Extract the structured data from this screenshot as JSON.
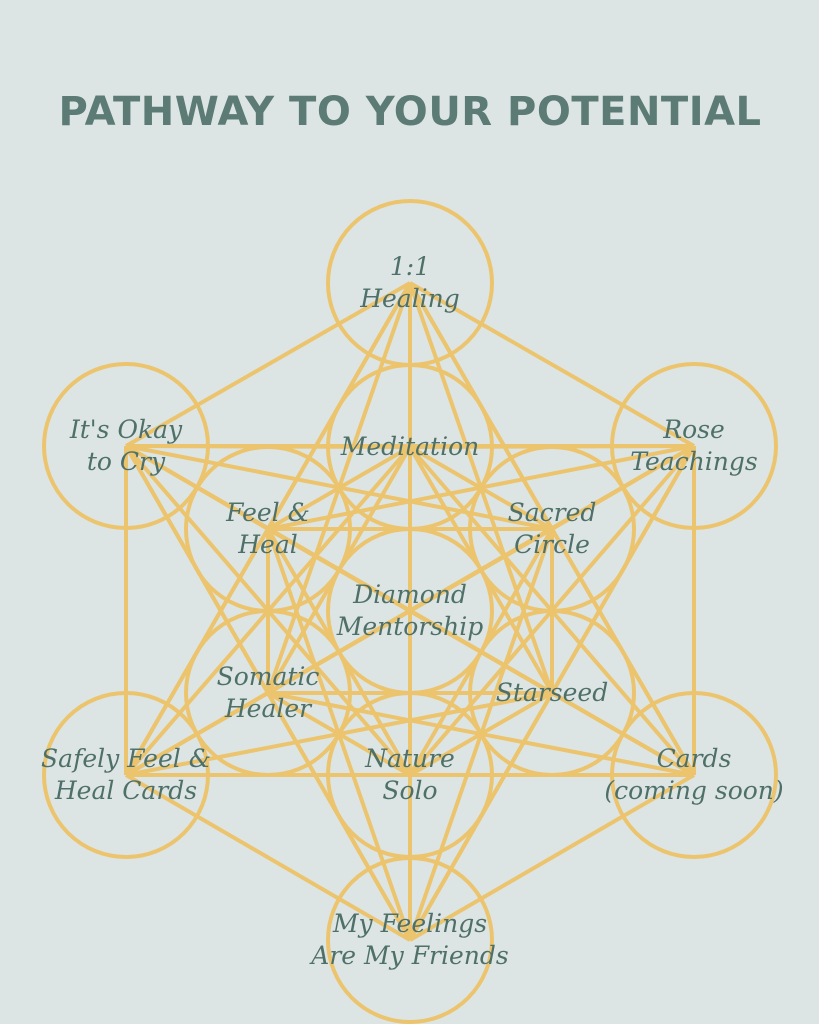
{
  "title": "PATHWAY TO YOUR POTENTIAL",
  "colors": {
    "background": "#dce5e4",
    "gold": "#ecc46d",
    "text": "#4f7068",
    "title": "#5b7b74"
  },
  "nodes": [
    {
      "id": "top",
      "lines": [
        "1:1",
        "Healing"
      ]
    },
    {
      "id": "upper-left",
      "lines": [
        "It's Okay",
        "to Cry"
      ]
    },
    {
      "id": "upper-right",
      "lines": [
        "Rose",
        "Teachings"
      ]
    },
    {
      "id": "lower-left",
      "lines": [
        "Safely Feel &",
        "Heal Cards"
      ]
    },
    {
      "id": "lower-right",
      "lines": [
        "Cards",
        "(coming soon)"
      ]
    },
    {
      "id": "bottom",
      "lines": [
        "My Feelings",
        "Are My Friends"
      ]
    },
    {
      "id": "inner-top",
      "lines": [
        "Meditation"
      ]
    },
    {
      "id": "inner-upper-left",
      "lines": [
        "Feel &",
        "Heal"
      ]
    },
    {
      "id": "inner-upper-right",
      "lines": [
        "Sacred",
        "Circle"
      ]
    },
    {
      "id": "center",
      "lines": [
        "Diamond",
        "Mentorship"
      ]
    },
    {
      "id": "inner-lower-left",
      "lines": [
        "Somatic",
        "Healer"
      ]
    },
    {
      "id": "inner-lower-right",
      "lines": [
        "Starseed"
      ]
    },
    {
      "id": "inner-bottom",
      "lines": [
        "Nature",
        "Solo"
      ]
    }
  ]
}
